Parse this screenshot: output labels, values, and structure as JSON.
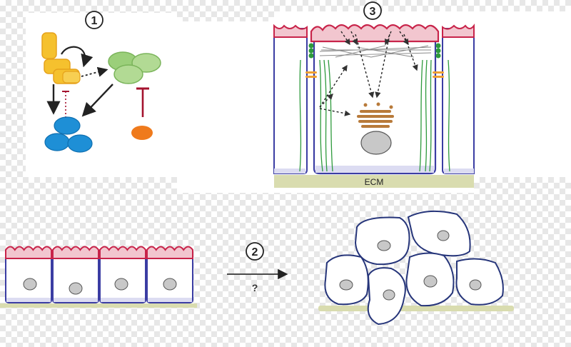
{
  "panels": {
    "signaling": {
      "step_number": "1"
    },
    "transition": {
      "step_number": "2",
      "arrow_label": "?"
    },
    "cell_detail": {
      "step_number": "3",
      "ecm_label": "ECM"
    }
  },
  "colors": {
    "apical_membrane": "#c8244a",
    "apical_fill": "#f2c6cf",
    "basal_membrane": "#3b3da3",
    "basal_fill": "#dcdcf2",
    "junction_green": "#2e9a3c",
    "adhesion_orange": "#f0a030",
    "yellow_complex": "#f5c12e",
    "green_complex": "#9bcf7a",
    "blue_complex": "#1e8fd6",
    "orange_protein": "#ef7a1c",
    "inhibitor_red": "#a4122e",
    "nucleus": "#c8c8c8",
    "golgi": "#b87a3a",
    "ecm": "#d9dcaf",
    "mesenchymal_outline": "#26357a"
  }
}
